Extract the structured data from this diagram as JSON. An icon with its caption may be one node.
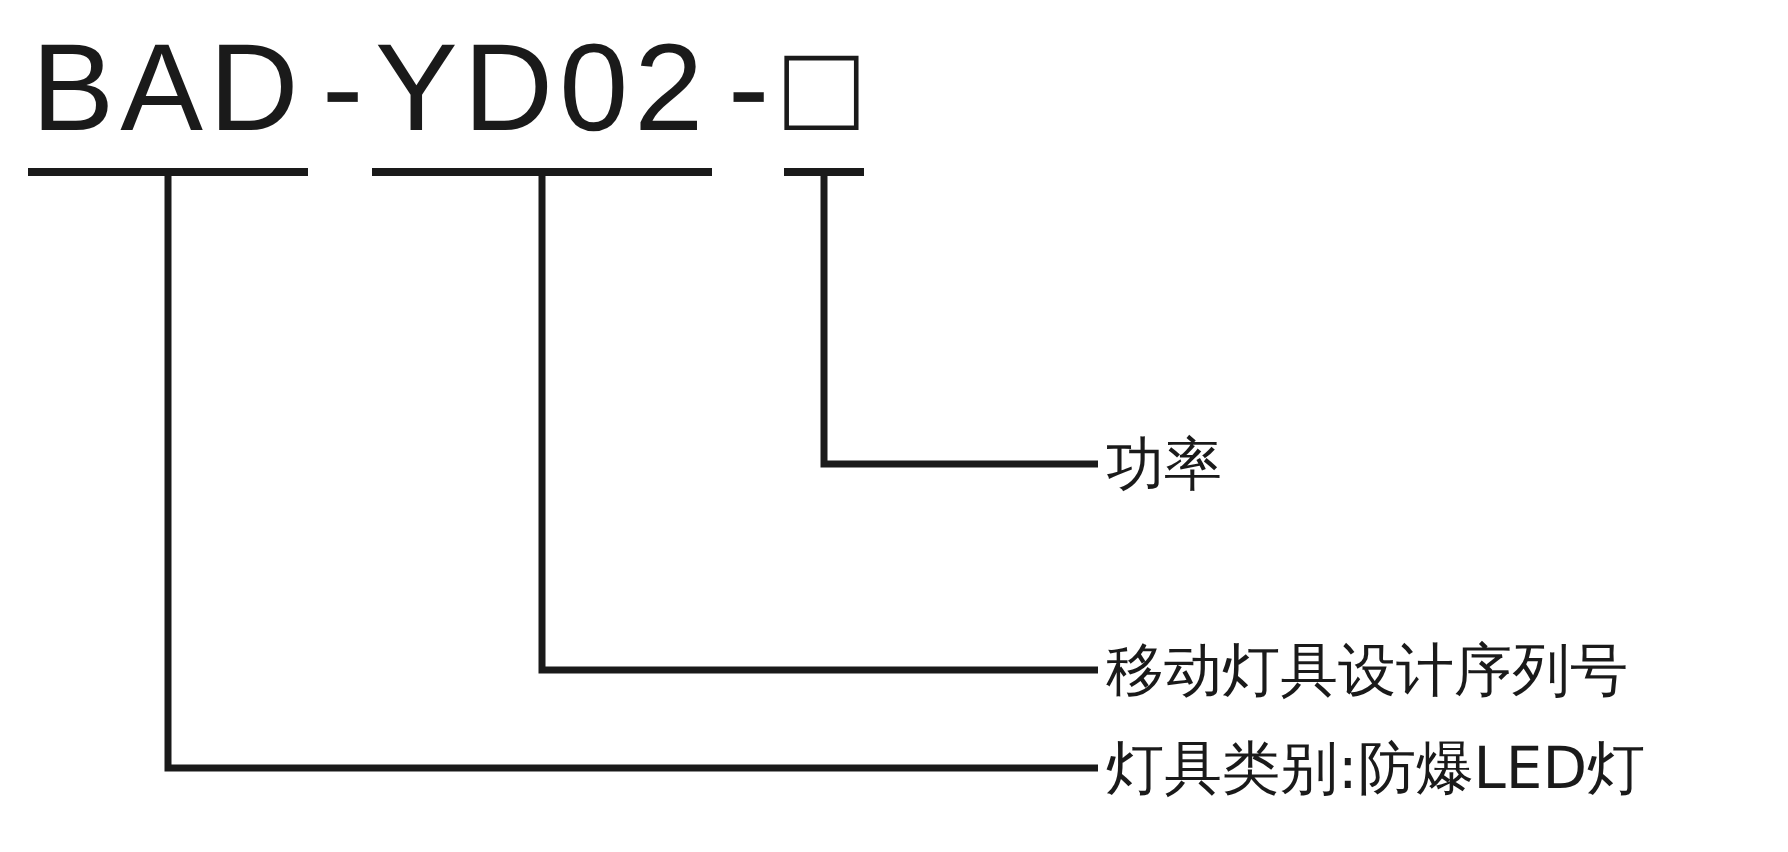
{
  "diagram": {
    "nodes": [
      {
        "text": [
          "BAD"
        ]
      },
      {
        "text": [
          "YD02"
        ]
      },
      {
        "text": [
          "□"
        ]
      },
      {
        "text": [
          "功率"
        ]
      },
      {
        "text": [
          "移动灯具设计序列号"
        ]
      },
      {
        "text": [
          "灯具类别:防爆LED灯"
        ]
      }
    ],
    "edges": [
      {
        "from": 2,
        "to": 3,
        "arrow": "none"
      },
      {
        "from": 1,
        "to": 4,
        "arrow": "none"
      },
      {
        "from": 0,
        "to": 5,
        "arrow": "none"
      }
    ],
    "labels": [
      "-",
      "-"
    ]
  }
}
